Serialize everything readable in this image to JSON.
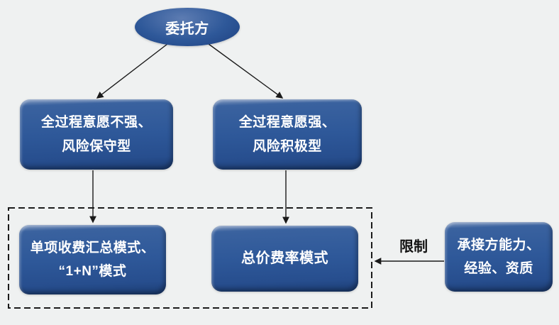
{
  "nodes": {
    "client": {
      "label": "委托方"
    },
    "conservative": {
      "line1": "全过程意愿不强、",
      "line2": "风险保守型"
    },
    "aggressive": {
      "line1": "全过程意愿强、",
      "line2": "风险积极型"
    },
    "itemized": {
      "line1": "单项收费汇总模式、",
      "line2": "“1+N”模式"
    },
    "lumpsum": {
      "label": "总价费率模式"
    },
    "contractor": {
      "line1": "承接方能力、",
      "line2": "经验、资质"
    }
  },
  "labels": {
    "restriction": "限制"
  },
  "colors": {
    "node_fill": "#2e5899",
    "node_fill_dark": "#1c3d74",
    "node_highlight": "#8aa0c4",
    "node_text": "#ffffff",
    "arrow_line": "#1a1a1a",
    "background": "#eff1f1"
  }
}
